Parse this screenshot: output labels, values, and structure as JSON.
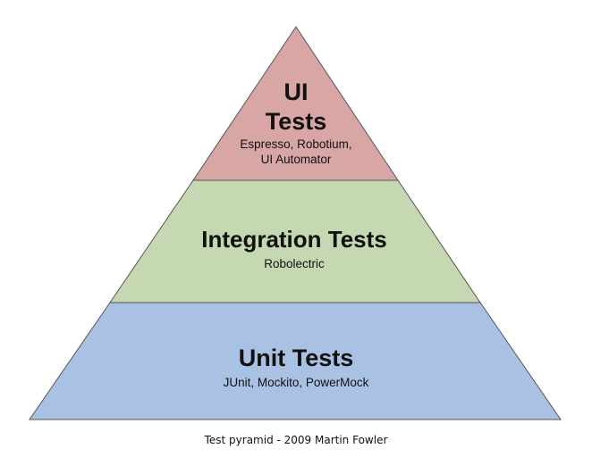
{
  "pyramid": {
    "tiers": [
      {
        "title_lines": [
          "UI",
          "Tests"
        ],
        "tools_lines": [
          "Espresso, Robotium,",
          "UI Automator"
        ],
        "color": "#d9a6a6"
      },
      {
        "title_lines": [
          "Integration Tests"
        ],
        "tools_lines": [
          "Robolectric"
        ],
        "color": "#c5d8b1"
      },
      {
        "title_lines": [
          "Unit Tests"
        ],
        "tools_lines": [
          "JUnit, Mockito, PowerMock"
        ],
        "color": "#a9c1e3"
      }
    ],
    "outline_color": "#555555"
  },
  "caption": "Test pyramid - 2009 Martin Fowler"
}
